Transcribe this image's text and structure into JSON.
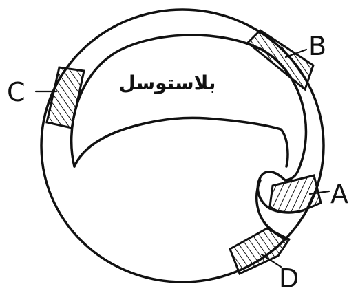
{
  "diagram": {
    "center_label": "بلاستوسل",
    "labels": [
      {
        "id": "A",
        "text": "A"
      },
      {
        "id": "B",
        "text": "B"
      },
      {
        "id": "C",
        "text": "C"
      },
      {
        "id": "D",
        "text": "D"
      }
    ],
    "colors": {
      "ink": "#111111",
      "background": "#ffffff"
    }
  }
}
